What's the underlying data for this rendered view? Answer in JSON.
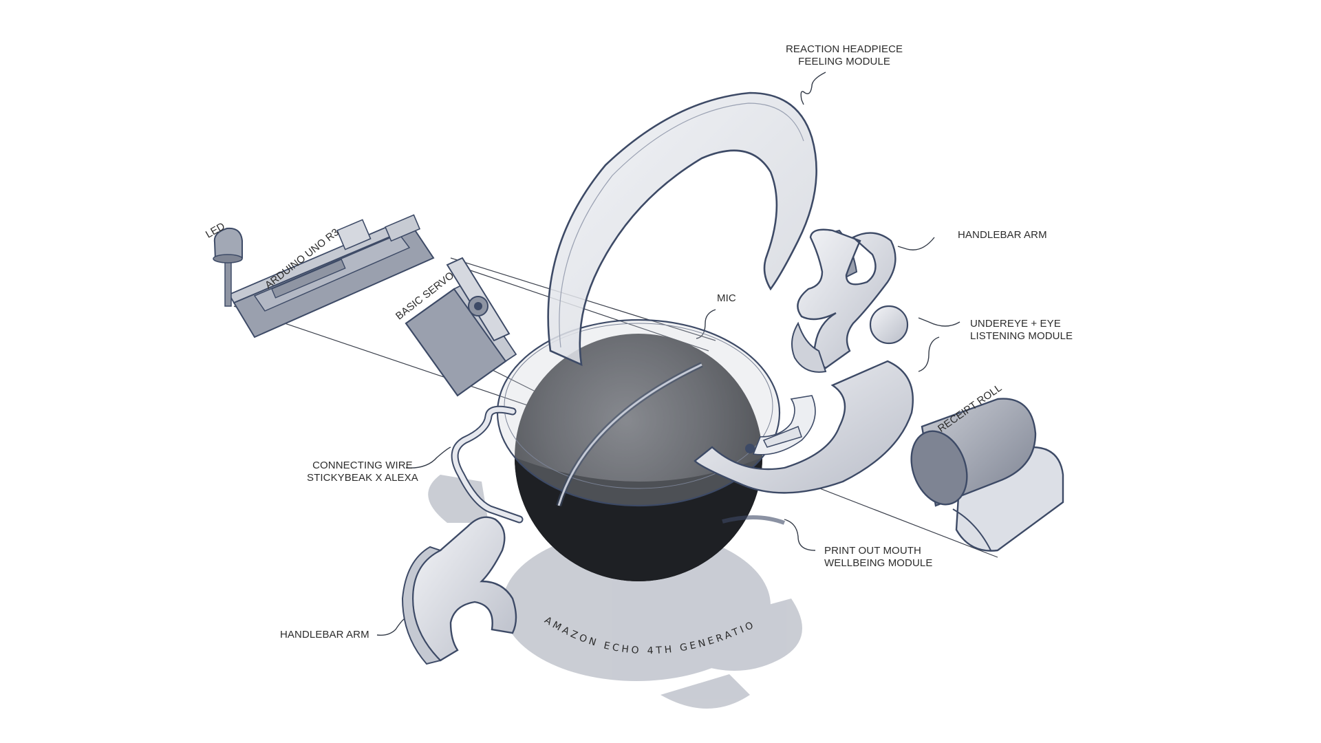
{
  "labels": {
    "reaction_headpiece": [
      "REACTION HEADPIECE",
      "FEELING MODULE"
    ],
    "handlebar_arm_top": "HANDLEBAR ARM",
    "mic": "MIC",
    "undereye": [
      "UNDEREYE + EYE",
      "LISTENING MODULE"
    ],
    "receipt_roll": "RECEIPT ROLL",
    "led": "LED",
    "arduino": "ARDUINO UNO R3",
    "basic_servo": "BASIC SERVO",
    "connecting_wire": [
      "CONNECTING WIRE",
      "STICKYBEAK X ALEXA"
    ],
    "print_out_mouth": [
      "PRINT OUT MOUTH",
      "WELLBEING MODULE"
    ],
    "handlebar_arm_bottom": "HANDLEBAR ARM",
    "echo_base": "AMAZON ECHO 4TH GENERATION"
  },
  "colors": {
    "outline": "#3d4a66",
    "part_fill": "#dcdfe6",
    "dark_part": "#8d93a3",
    "sphere_dark": "#1e2024",
    "shadow": "#b8bcc6",
    "label": "#2b2b2b"
  }
}
